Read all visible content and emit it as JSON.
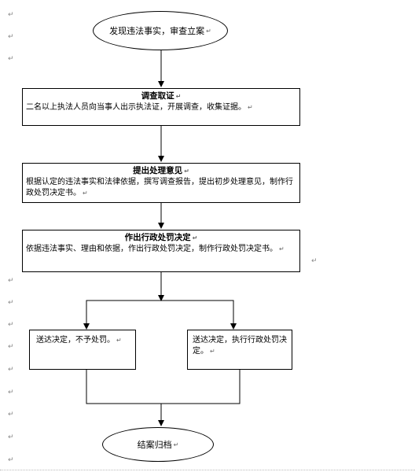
{
  "paragraph_mark": "↵",
  "nodes": {
    "start": "发现违法事实，审查立案",
    "step1": {
      "title": "调查取证",
      "body": "二名以上执法人员向当事人出示执法证，开展调查，收集证据。"
    },
    "step2": {
      "title": "提出处理意见",
      "body": "根据认定的违法事实和法律依据，撰写调查报告，提出初步处理意见，制作行政处罚决定书。"
    },
    "step3": {
      "title": "作出行政处罚决定",
      "body": "依据违法事实、理由和依据，作出行政处罚决定，制作行政处罚决定书。"
    },
    "branch_left": "送达决定，不予处罚。",
    "branch_right": "送达决定，执行行政处罚决定。",
    "end": "结案归档"
  }
}
